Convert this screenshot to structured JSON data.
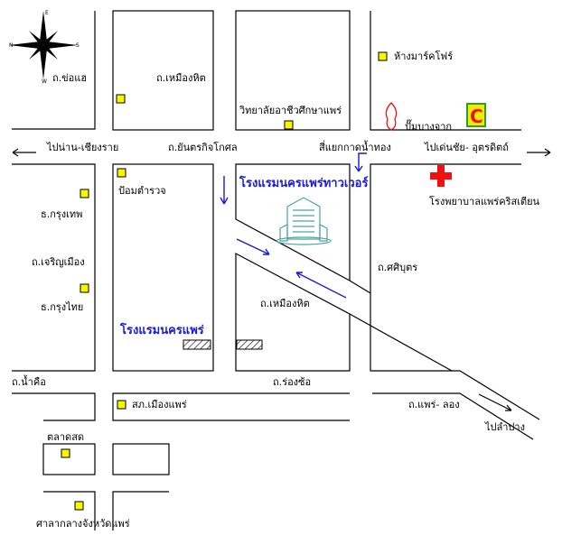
{
  "map": {
    "compass": {
      "n": "N",
      "s": "S",
      "e": "E",
      "w": "W"
    },
    "roads": {
      "kho_ae": "ถ.ข่อแฮ",
      "muang_hit_top": "ถ.เหมืองหิต",
      "yantrakit": "ถ.ยันตรกิจโกศล",
      "charoen_muang": "ถ.เจริญเมือง",
      "muang_hit_mid": "ถ.เหมืองหิต",
      "sasiboot": "ถ.ศศิบุตร",
      "nam_kue": "ถ.น้ำคือ",
      "rong_sor": "ถ.ร่องซ้อ",
      "phrae_long": "ถ.แพร่- ลอง"
    },
    "directions": {
      "to_nan": "ไปน่าน-เชียงราย",
      "to_den_chai": "ไปเด่นชัย- อุตรดิตถ์",
      "to_lampang": "ไปลำปาง"
    },
    "intersection": "สี่แยกกาดน้ำทอง",
    "places": {
      "mark_for": "ห้างมาร์คโฟร์",
      "college": "วิทยาลัยอาชีวศึกษาแพร่",
      "gas_station": "ปั๊มบางจาก",
      "hospital": "โรงพยาบาลแพร่คริสเตียน",
      "police": "ป้อมตำรวจ",
      "bangkok_bank": "ธ.กรุงเทพ",
      "krung_thai": "ธ.กรุงไทย",
      "post_office": "สภ.เมืองแพร่",
      "market": "ตลาดสด",
      "city_hall": "ศาลากลางจังหวัดแพร่"
    },
    "hotels": {
      "nakhon_phrae_tower": "โรงแรมนครแพร่ทาวเวอร์",
      "nakhon_phrae": "โรงแรมนครแพร่"
    },
    "colors": {
      "hotel_text": "#1a1ad9",
      "hospital_cross": "#ee1111",
      "marker_fill": "#f7f700",
      "gas_logo": "#ee1111",
      "bigc_bg": "#2e9e2e",
      "bigc_letter": "#ee1111",
      "building": "#4aa3a3"
    },
    "icons": {
      "compass": "compass-rose-icon",
      "hospital": "red-cross-icon",
      "gas_station": "bangchak-logo-icon",
      "supermarket": "big-c-logo-icon",
      "hotel_building": "hotel-building-icon"
    }
  }
}
